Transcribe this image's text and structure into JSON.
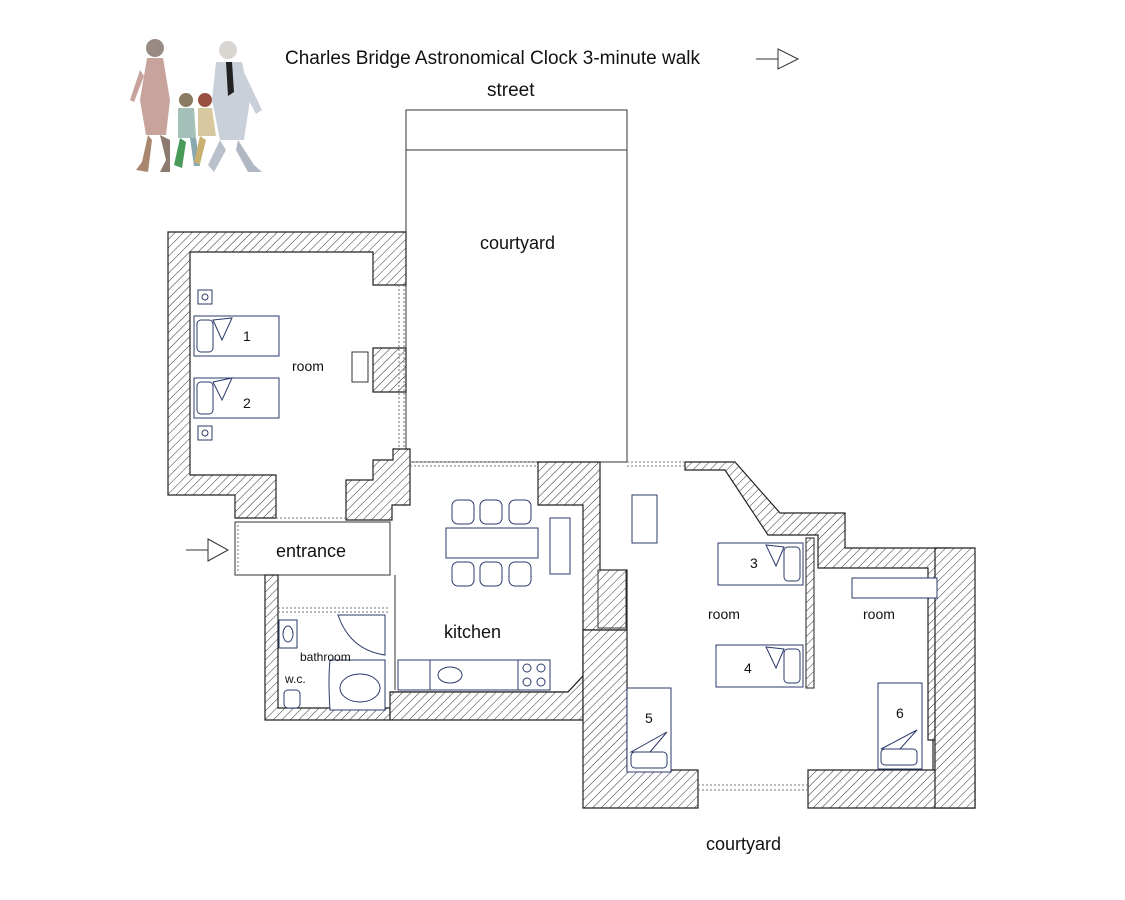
{
  "header": {
    "walk_text": "Charles Bridge Astronomical Clock 3-minute walk",
    "street": "street"
  },
  "labels": {
    "courtyard_top": "courtyard",
    "courtyard_bottom": "courtyard",
    "room_left": "room",
    "room_mid": "room",
    "room_right": "room",
    "entrance": "entrance",
    "kitchen": "kitchen",
    "bathroom": "bathroom",
    "wc": "w.c."
  },
  "beds": [
    "1",
    "2",
    "3",
    "4",
    "5",
    "6"
  ],
  "icons": [
    "walking-family-icon",
    "arrow-right-icon"
  ]
}
